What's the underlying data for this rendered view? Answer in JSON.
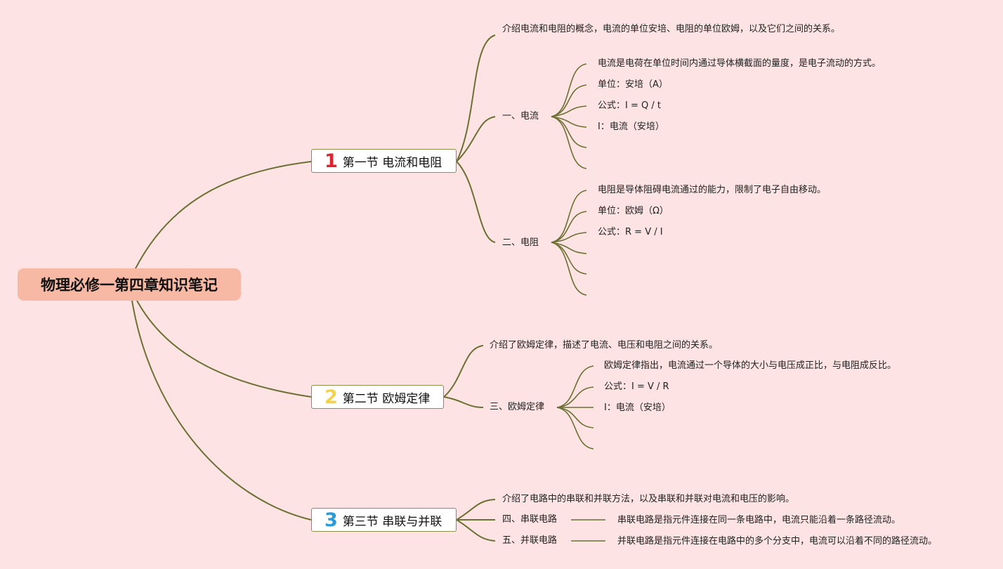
{
  "root": {
    "title": "物理必修一第四章知识笔记"
  },
  "colors": {
    "line": "#6b7033",
    "root_bg": "#f8b9a4",
    "bg": "#fde3e3",
    "num1": "#e0242f",
    "num2": "#f3d24a",
    "num3": "#2a9bd8"
  },
  "sections": [
    {
      "number": "1",
      "title": "第一节 电流和电阻",
      "intro": "介绍电流和电阻的概念，电流的单位安培、电阻的单位欧姆，以及它们之间的关系。",
      "topics": [
        {
          "label": "一、电流",
          "items": [
            "电流是电荷在单位时间内通过导体横截面的量度，是电子流动的方式。",
            "单位：安培（A）",
            "公式：I = Q / t",
            "I：电流（安培）",
            "",
            ""
          ]
        },
        {
          "label": "二、电阻",
          "items": [
            "电阻是导体阻碍电流通过的能力，限制了电子自由移动。",
            "单位：欧姆（Ω）",
            "公式：R = V / I",
            "",
            "",
            ""
          ]
        }
      ]
    },
    {
      "number": "2",
      "title": "第二节 欧姆定律",
      "intro": "介绍了欧姆定律，描述了电流、电压和电阻之间的关系。",
      "topics": [
        {
          "label": "三、欧姆定律",
          "items": [
            "欧姆定律指出，电流通过一个导体的大小与电压成正比，与电阻成反比。",
            "公式：I = V / R",
            "I：电流（安培）",
            "",
            ""
          ]
        }
      ]
    },
    {
      "number": "3",
      "title": "第三节 串联与并联",
      "intro": "介绍了电路中的串联和并联方法，以及串联和并联对电流和电压的影响。",
      "topics": [
        {
          "label": "四、串联电路",
          "items": [
            "串联电路是指元件连接在同一条电路中，电流只能沿着一条路径流动。"
          ]
        },
        {
          "label": "五、并联电路",
          "items": [
            "并联电路是指元件连接在电路中的多个分支中，电流可以沿着不同的路径流动。"
          ]
        }
      ]
    }
  ]
}
